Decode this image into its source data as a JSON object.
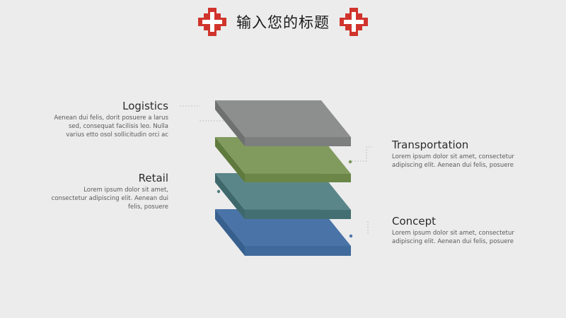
{
  "title": "输入您的标题",
  "colors": {
    "background": "#ececec",
    "cross_red": "#d0342c",
    "layer_gray": "#8d8f8e",
    "layer_green": "#7a9655",
    "layer_teal": "#4e7d80",
    "layer_blue": "#4a74a8"
  },
  "icons": {
    "title_left": "red-cross-icon",
    "title_right": "red-cross-icon"
  },
  "items": {
    "logistics": {
      "heading": "Logistics",
      "body": "Aenean dui felis, dorit posuere a larus sed, consequat facilisis leo. Nulla varius etto osol sollicitudin orci ac"
    },
    "retail": {
      "heading": "Retail",
      "body": "Lorem ipsum dolor sit amet, consectetur adipiscing elit. Aenean dui felis, posuere"
    },
    "transportation": {
      "heading": "Transportation",
      "body": "Lorem ipsum dolor sit amet, consectetur adipiscing elit. Aenean dui felis, posuere"
    },
    "concept": {
      "heading": "Concept",
      "body": "Lorem ipsum dolor sit amet, consectetur adipiscing elit. Aenean dui felis, posuere"
    }
  }
}
